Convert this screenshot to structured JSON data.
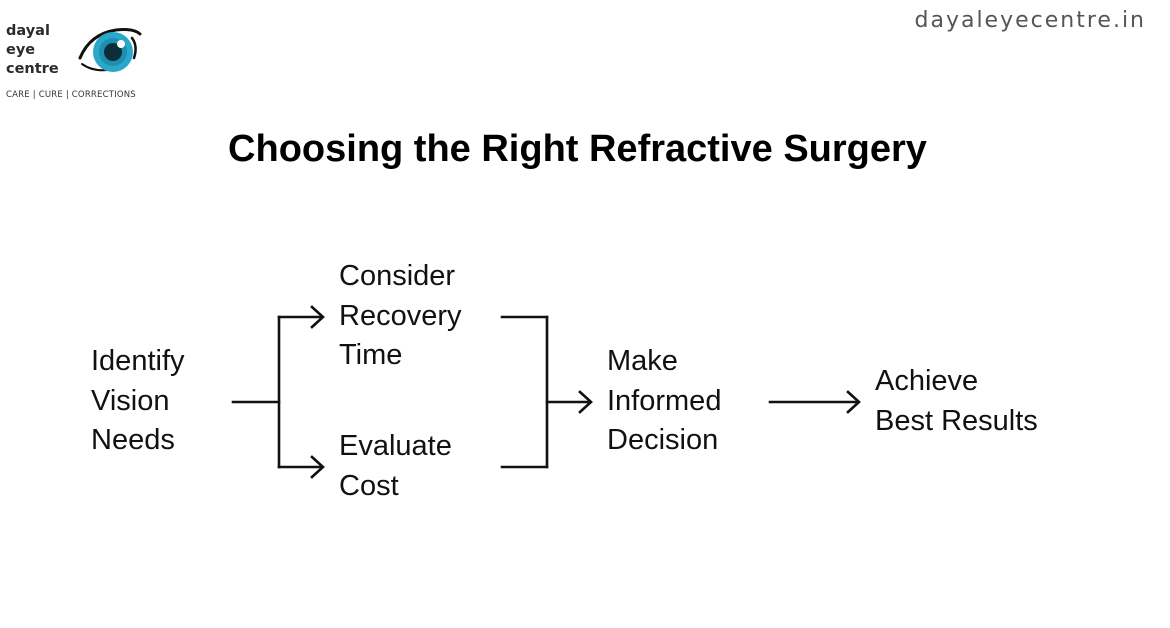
{
  "logo": {
    "words": [
      "dayal",
      "eye",
      "centre"
    ],
    "tagline": "CARE | CURE | CORRECTIONS",
    "colors": {
      "iris": "#2aa7c9",
      "pupil": "#0b2e3a",
      "outline": "#111111"
    }
  },
  "website": "dayaleyecentre.in",
  "title": "Choosing the Right Refractive Surgery",
  "nodes": {
    "identify": [
      "Identify",
      "Vision",
      "Needs"
    ],
    "recovery": [
      "Consider",
      "Recovery",
      "Time"
    ],
    "cost": [
      "Evaluate",
      "Cost"
    ],
    "decision": [
      "Make",
      "Informed",
      "Decision"
    ],
    "results": [
      "Achieve",
      "Best Results"
    ]
  }
}
